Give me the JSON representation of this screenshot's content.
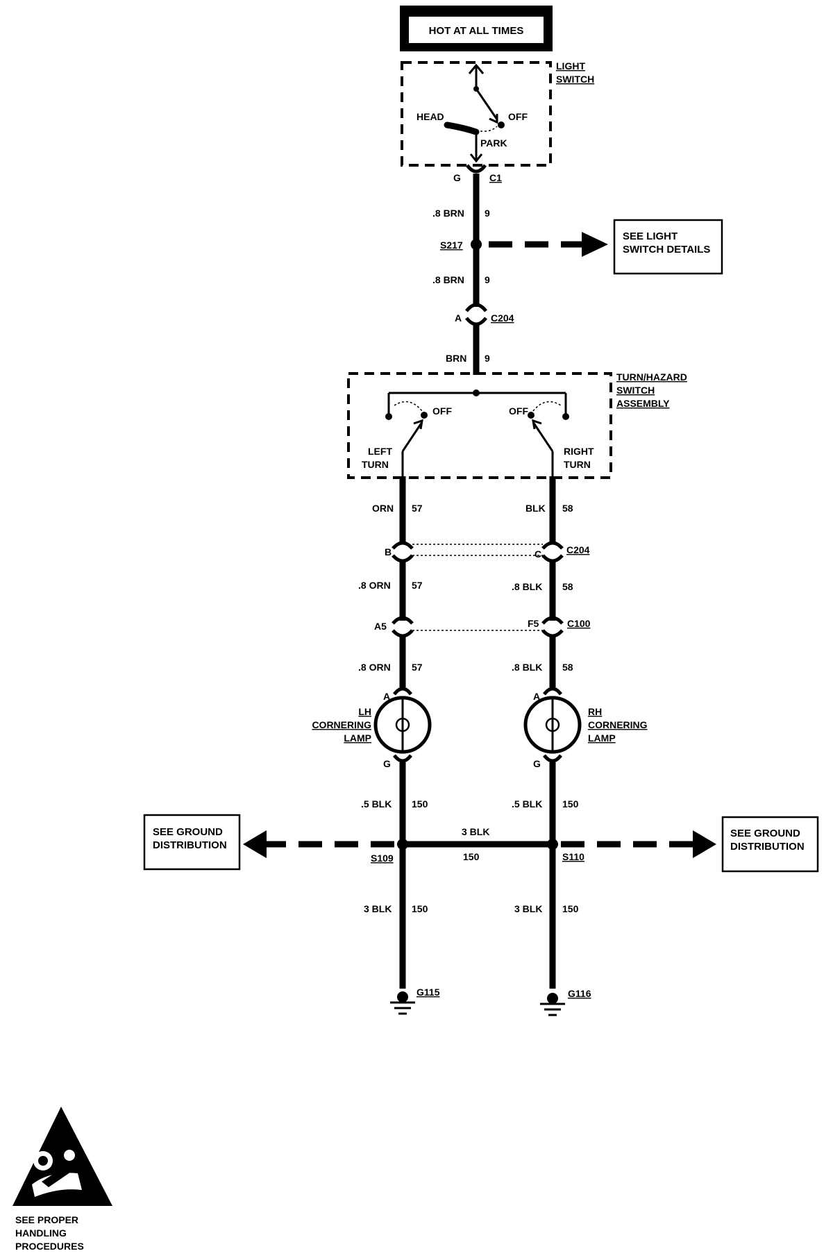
{
  "labels": {
    "hot": "HOT AT ALL TIMES",
    "light_switch_1": "LIGHT",
    "light_switch_2": "SWITCH",
    "head": "HEAD",
    "off": "OFF",
    "park": "PARK",
    "g": "G",
    "c1": "C1",
    "brn8": ".8 BRN",
    "nine": "9",
    "s217": "S217",
    "see_light_1": "SEE LIGHT",
    "see_light_2": "SWITCH DETAILS",
    "a": "A",
    "c204": "C204",
    "brn": "BRN",
    "turn_1": "TURN/HAZARD",
    "turn_2": "SWITCH",
    "turn_3": "ASSEMBLY",
    "left": "LEFT",
    "turn": "TURN",
    "right": "RIGHT",
    "orn": "ORN",
    "w57": "57",
    "blk": "BLK",
    "w58": "58",
    "b": "B",
    "c": "C",
    "orn8": ".8 ORN",
    "blk8": ".8 BLK",
    "a5": "A5",
    "f5": "F5",
    "c100": "C100",
    "lh": "LH",
    "rh": "RH",
    "cornering": "CORNERING",
    "lamp": "LAMP",
    "blk5": ".5 BLK",
    "w150": "150",
    "see_ground_1": "SEE GROUND",
    "see_ground_2": "DISTRIBUTION",
    "blk3": "3 BLK",
    "s109": "S109",
    "s110": "S110",
    "g115": "G115",
    "g116": "G116",
    "proper_1": "SEE  PROPER",
    "proper_2": "HANDLING",
    "proper_3": "PROCEDURES"
  }
}
